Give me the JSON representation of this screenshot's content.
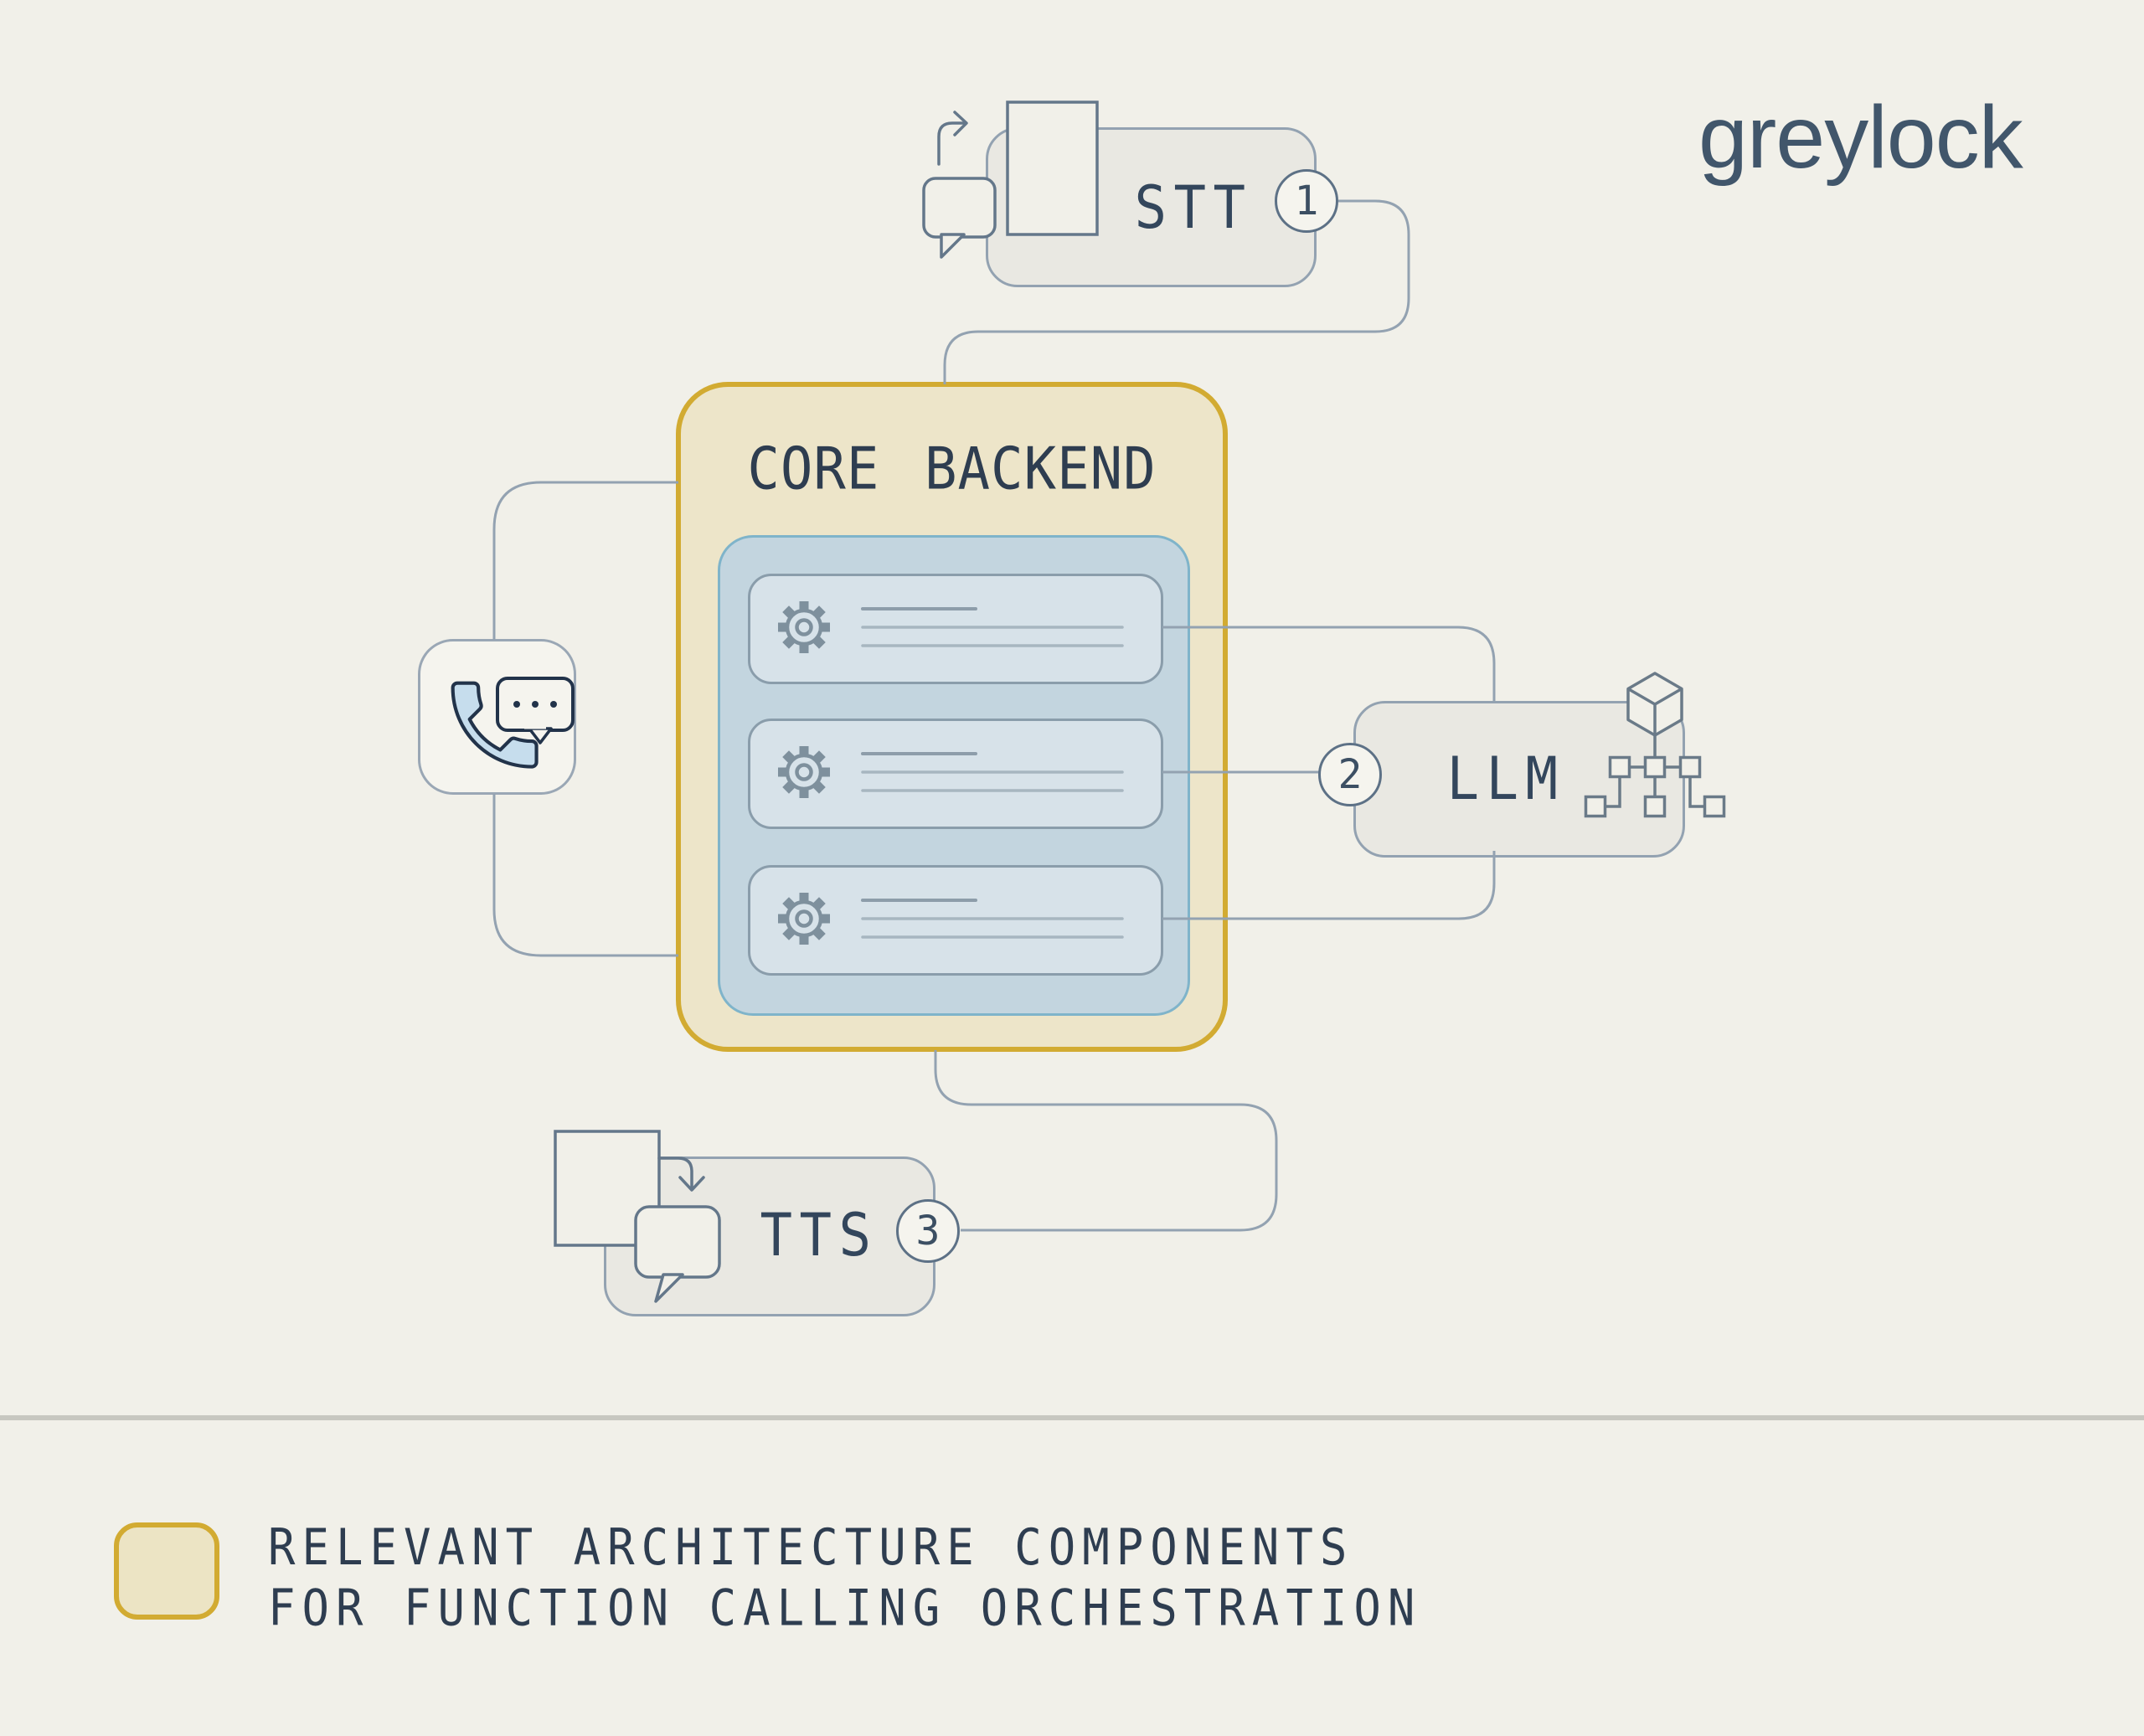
{
  "logo": {
    "text": "greylock",
    "color": "#41566b"
  },
  "core_backend": {
    "title": "CORE BACKEND",
    "module_rows": 3,
    "row_icon": "gear-icon",
    "fill": "#ede5c9",
    "border": "#d2ab32",
    "inner_fill": "#c3d5df",
    "row_fill": "#d7e2e9"
  },
  "nodes": {
    "stt": {
      "label": "STT",
      "badge": "1",
      "icons": [
        "redo-arrow-icon",
        "document-icon",
        "speech-bubble-icon"
      ]
    },
    "llm": {
      "label": "LLM",
      "badge": "2",
      "icons": [
        "cube-icon",
        "graph-tree-icon"
      ]
    },
    "tts": {
      "label": "TTS",
      "badge": "3",
      "icons": [
        "document-icon",
        "down-arrow-icon",
        "speech-bubble-icon"
      ]
    }
  },
  "phone": {
    "icons": [
      "phone-call-icon",
      "chat-dots-icon"
    ],
    "accent": "#c6dded"
  },
  "legend": {
    "lines": [
      "RELEVANT ARCHITECTURE COMPONENTS",
      "FOR FUNCTION CALLING ORCHESTRATION"
    ]
  },
  "colors": {
    "background": "#f1f0e9",
    "node_fill": "#e9e8e2",
    "node_border": "#93a2b1",
    "connector": "#93a2b1",
    "text_navy": "#2e3d50",
    "icon_stroke": "#64778a",
    "separator": "#c7c7c0"
  }
}
